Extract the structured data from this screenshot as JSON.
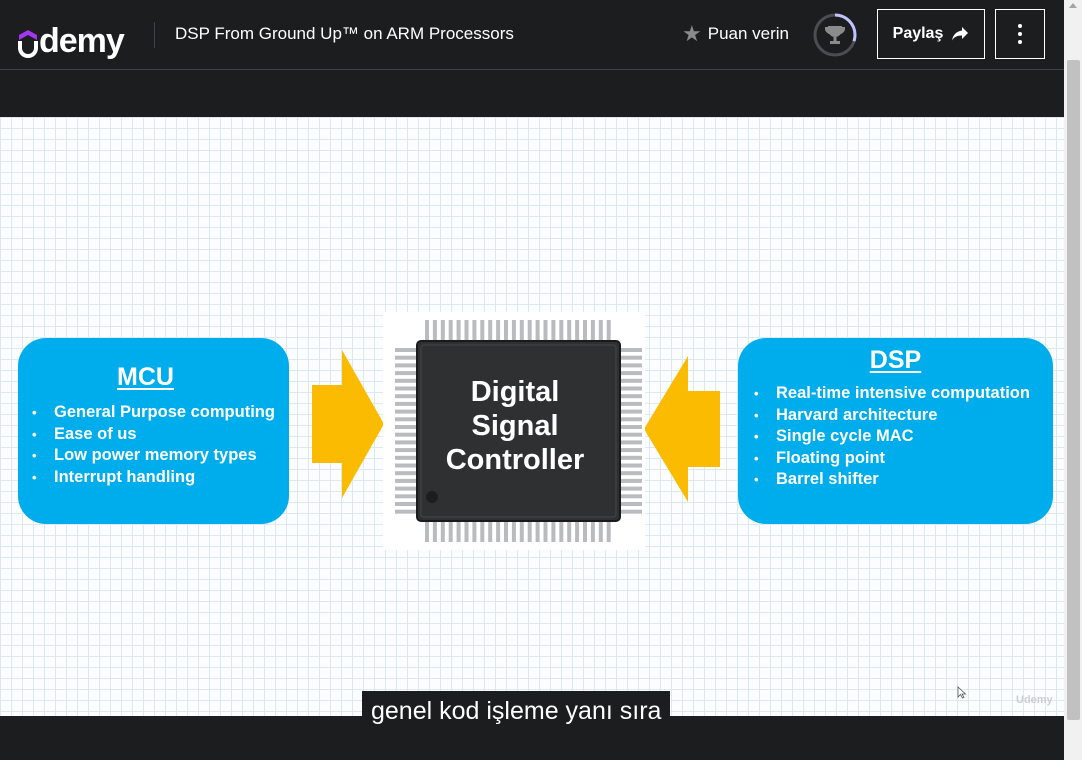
{
  "header": {
    "logo_text": "udemy",
    "course_title": "DSP From Ground Up™ on ARM Processors",
    "rate_label": "Puan verin",
    "share_label": "Paylaş",
    "icons": [
      "star-icon",
      "trophy-icon",
      "share-arrow-icon",
      "more-vertical-icon"
    ],
    "progress_fraction": 0.3
  },
  "slide": {
    "mcu": {
      "title": "MCU",
      "items": [
        "General Purpose computing",
        "Ease of us",
        "Low power memory types",
        "Interrupt handling"
      ]
    },
    "chip": {
      "lines": [
        "Digital",
        "Signal",
        "Controller"
      ]
    },
    "dsp": {
      "title": "DSP",
      "items": [
        "Real-time intensive  computation",
        "Harvard architecture",
        "Single cycle MAC",
        "Floating point",
        "Barrel shifter"
      ]
    },
    "colors": {
      "box": "#00adec",
      "arrow": "#fbbb00",
      "chip": "#2f3032"
    }
  },
  "player": {
    "caption": "genel kod işleme yanı sıra",
    "watermark": "Udemy"
  }
}
